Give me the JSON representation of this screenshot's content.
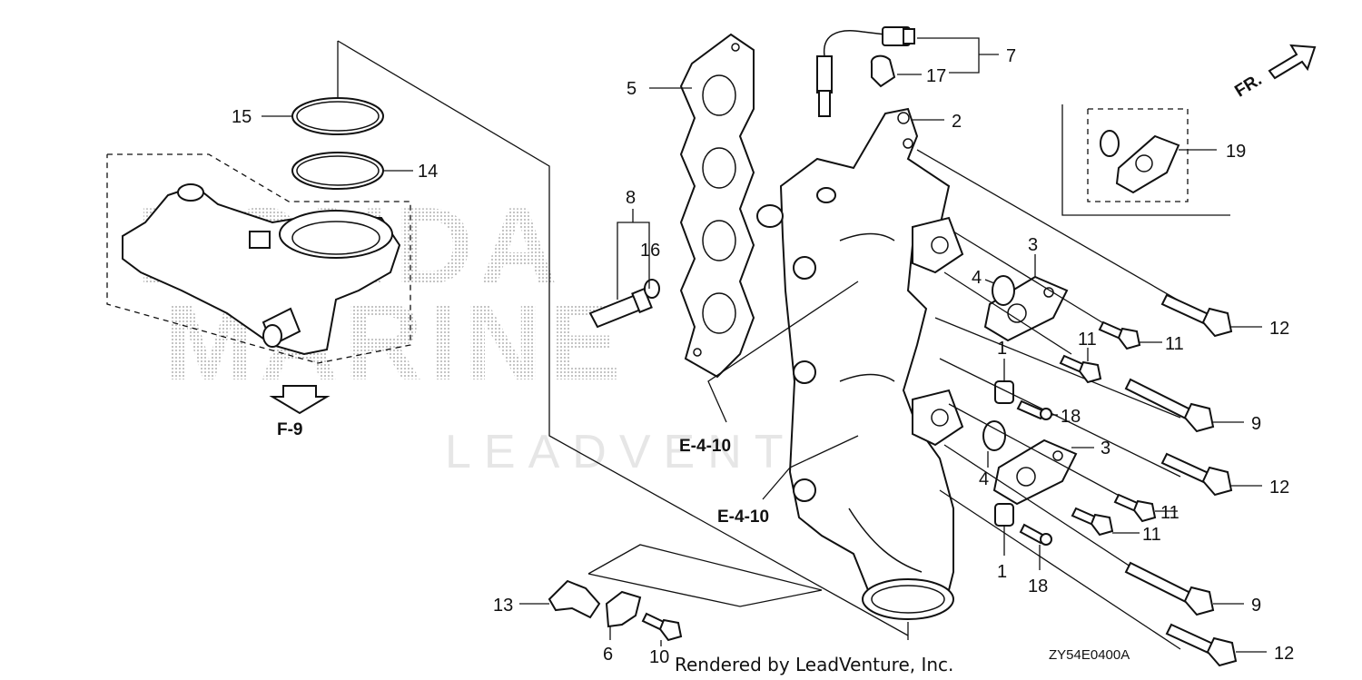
{
  "labels": {
    "l1a": "1",
    "l1b": "1",
    "l2": "2",
    "l3a": "3",
    "l3b": "3",
    "l4a": "4",
    "l4b": "4",
    "l5": "5",
    "l6": "6",
    "l7": "7",
    "l8": "8",
    "l9a": "9",
    "l9b": "9",
    "l10": "10",
    "l11a": "11",
    "l11b": "11",
    "l11c": "11",
    "l11d": "11",
    "l12a": "12",
    "l12b": "12",
    "l12c": "12",
    "l13": "13",
    "l14": "14",
    "l15": "15",
    "l16": "16",
    "l17": "17",
    "l18a": "18",
    "l18b": "18",
    "l19": "19"
  },
  "refs": {
    "f9": "F-9",
    "e410a": "E-4-10",
    "e410b": "E-4-10",
    "fr": "FR."
  },
  "diagram_code": "ZY54E0400A",
  "credit": "Rendered by LeadVenture, Inc.",
  "watermark": {
    "line1": "HONDA",
    "line2": "MARINE",
    "leadventure": "LEADVENTURE"
  }
}
